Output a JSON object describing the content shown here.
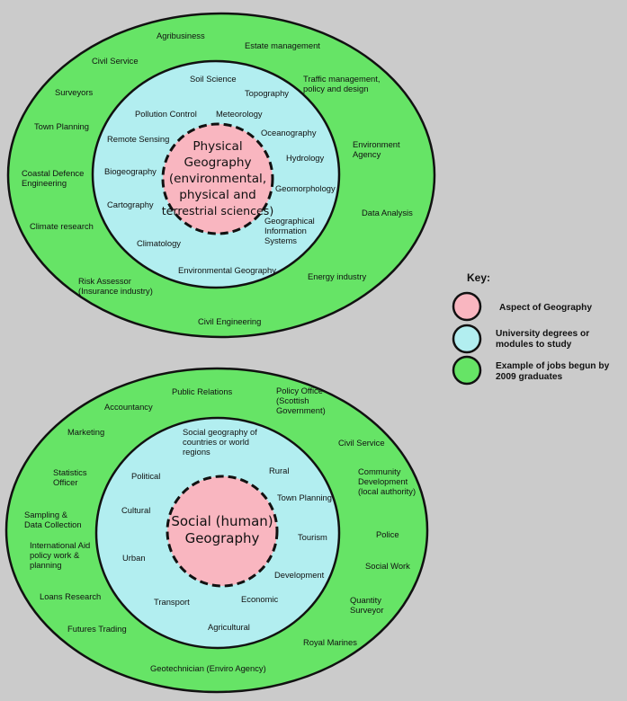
{
  "colors": {
    "aspect": "#f9b6c0",
    "modules": "#b2eef0",
    "jobs": "#66e466",
    "background": "#cbcbcb"
  },
  "physical": {
    "core_lines": [
      "Physical",
      "Geography",
      "(environmental,",
      "physical and",
      "terrestrial sciences)"
    ],
    "modules": {
      "soil_science": "Soil Science",
      "topography": "Topography",
      "pollution_control": "Pollution Control",
      "meteorology": "Meteorology",
      "oceanography": "Oceanography",
      "remote_sensing": "Remote Sensing",
      "hydrology": "Hydrology",
      "biogeography": "Biogeography",
      "geomorphology": "Geomorphology",
      "cartography": "Cartography",
      "gis_lines": [
        "Geographical",
        "Information",
        "Systems"
      ],
      "climatology": "Climatology",
      "environmental_geography": "Environmental Geography"
    },
    "jobs": {
      "agribusiness": "Agribusiness",
      "estate_management": "Estate management",
      "civil_service": "Civil Service",
      "traffic_lines": [
        "Traffic management,",
        "policy and design"
      ],
      "surveyors": "Surveyors",
      "town_planning": "Town Planning",
      "environment_agency_lines": [
        "Environment",
        "Agency"
      ],
      "coastal_lines": [
        "Coastal Defence",
        "Engineering"
      ],
      "data_analysis": "Data Analysis",
      "climate_research": "Climate research",
      "energy_industry": "Energy industry",
      "risk_lines": [
        "Risk Assessor",
        "(Insurance industry)"
      ],
      "civil_engineering": "Civil Engineering"
    }
  },
  "social": {
    "core_lines": [
      "Social (human)",
      "Geography"
    ],
    "modules": {
      "social_geo_lines": [
        "Social geography of",
        "countries or world",
        "regions"
      ],
      "political": "Political",
      "rural": "Rural",
      "town_planning": "Town Planning",
      "cultural": "Cultural",
      "tourism": "Tourism",
      "urban": "Urban",
      "development": "Development",
      "economic": "Economic",
      "transport": "Transport",
      "agricultural": "Agricultural"
    },
    "jobs": {
      "public_relations": "Public Relations",
      "policy_office_lines": [
        "Policy Office",
        "(Scottish",
        "Government)"
      ],
      "accountancy": "Accountancy",
      "marketing": "Marketing",
      "civil_service": "Civil Service",
      "statistics_lines": [
        "Statistics",
        "Officer"
      ],
      "community_lines": [
        "Community",
        "Development",
        "(local authority)"
      ],
      "sampling_lines": [
        "Sampling &",
        "Data Collection"
      ],
      "international_aid_lines": [
        "International Aid",
        "policy work &",
        "planning"
      ],
      "police": "Police",
      "social_work": "Social Work",
      "loans_research": "Loans Research",
      "quantity_lines": [
        "Quantity",
        "Surveyor"
      ],
      "futures_trading": "Futures Trading",
      "royal_marines": "Royal Marines",
      "geotechnician": "Geotechnician (Enviro Agency)"
    }
  },
  "key": {
    "title": "Key:",
    "aspect": "Aspect of Geography",
    "modules_lines": [
      "University degrees or",
      "modules to study"
    ],
    "jobs_lines": [
      "Example of jobs begun by",
      "2009 graduates"
    ]
  }
}
